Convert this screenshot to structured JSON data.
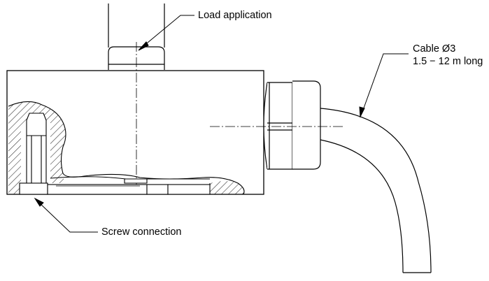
{
  "labels": {
    "load_application": "Load application",
    "cable_diameter": "Cable Ø3",
    "cable_length": "1.5 − 12 m long",
    "screw_connection": "Screw connection"
  },
  "colors": {
    "line": "#000000",
    "background": "#ffffff"
  }
}
